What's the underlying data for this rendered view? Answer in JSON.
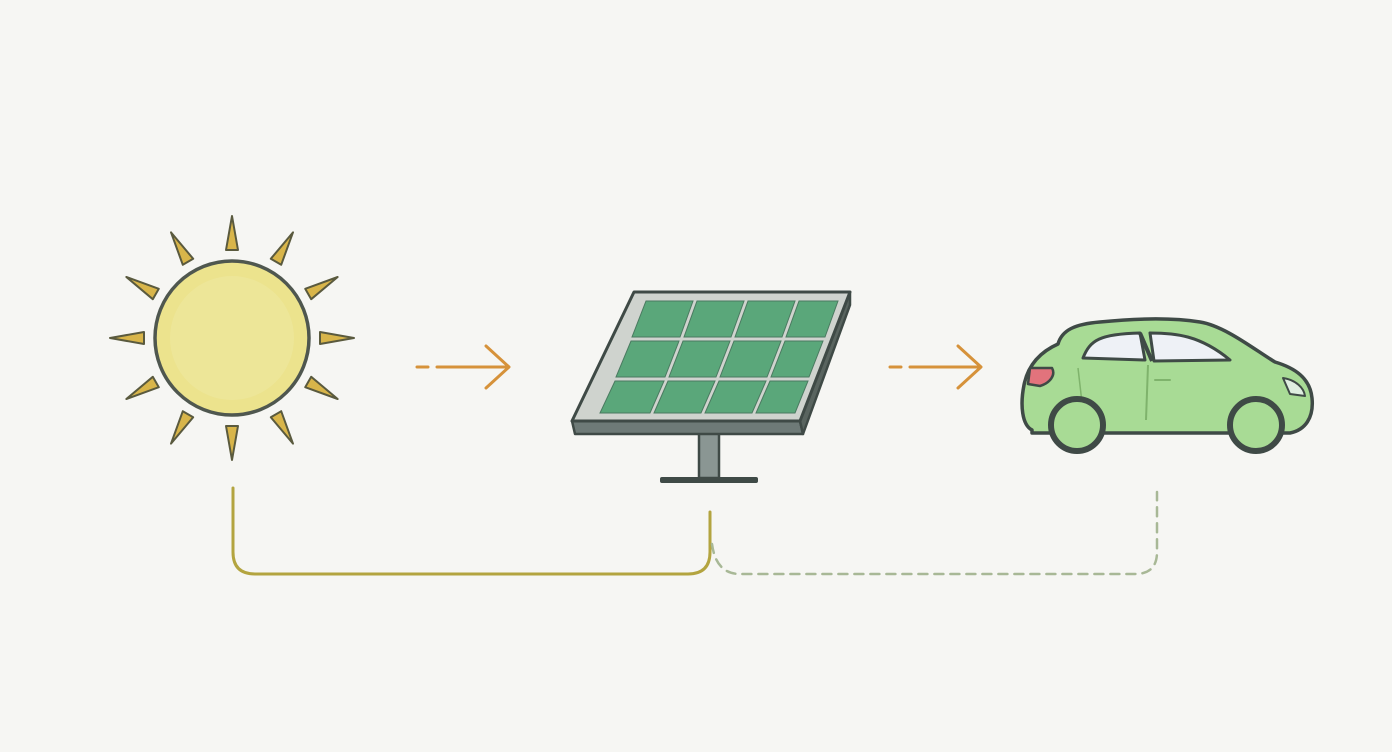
{
  "diagram": {
    "type": "energy-flow",
    "nodes": [
      {
        "id": "sun",
        "icon": "sun-icon"
      },
      {
        "id": "solar_panel",
        "icon": "solar-panel-icon"
      },
      {
        "id": "car",
        "icon": "electric-car-icon"
      }
    ],
    "connections": [
      {
        "from": "sun",
        "to": "solar_panel",
        "style": "dashed-arrow"
      },
      {
        "from": "solar_panel",
        "to": "car",
        "style": "dashed-arrow"
      },
      {
        "from": "sun",
        "to": "solar_panel",
        "style": "solid-line"
      },
      {
        "from": "solar_panel",
        "to": "car",
        "style": "dashed-line"
      }
    ]
  },
  "colors": {
    "background": "#f6f6f3",
    "sun_fill": "#ece38d",
    "sun_stroke": "#4f574f",
    "ray_fill": "#d8b54a",
    "panel_cell": "#5aa77a",
    "panel_frame": "#6e7a77",
    "panel_outline": "#3f4a46",
    "car_body": "#a8db95",
    "car_outline": "#3f4a46",
    "car_window": "#eef1f6",
    "car_light": "#e2737c",
    "arrow": "#d6923a",
    "line_solid": "#b3a43f",
    "line_dashed": "#a8b896"
  }
}
